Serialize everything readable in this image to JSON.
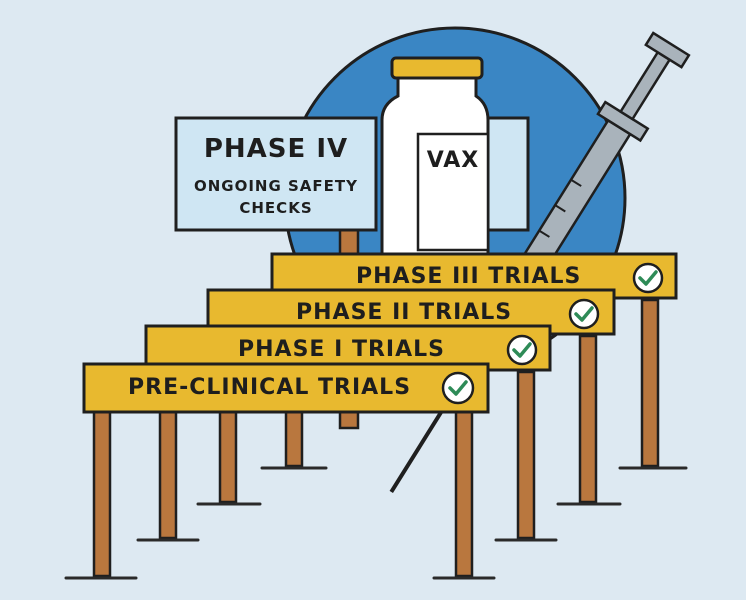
{
  "sign": {
    "title": "PHASE IV",
    "subtitle": "ONGOING SAFETY CHECKS"
  },
  "vial": {
    "label": "VAX"
  },
  "hurdles": [
    {
      "label": "PHASE III TRIALS",
      "status": "check-icon"
    },
    {
      "label": "PHASE II TRIALS",
      "status": "check-icon"
    },
    {
      "label": "PHASE I TRIALS",
      "status": "check-icon"
    },
    {
      "label": "PRE-CLINICAL TRIALS",
      "status": "check-icon"
    }
  ],
  "colors": {
    "background": "#dde9f2",
    "circle": "#3a86c4",
    "bar": "#e8b92f",
    "post": "#b9773e",
    "sign": "#cfe6f3",
    "check": "#2e8b57",
    "vial_cap": "#e8b92f"
  }
}
